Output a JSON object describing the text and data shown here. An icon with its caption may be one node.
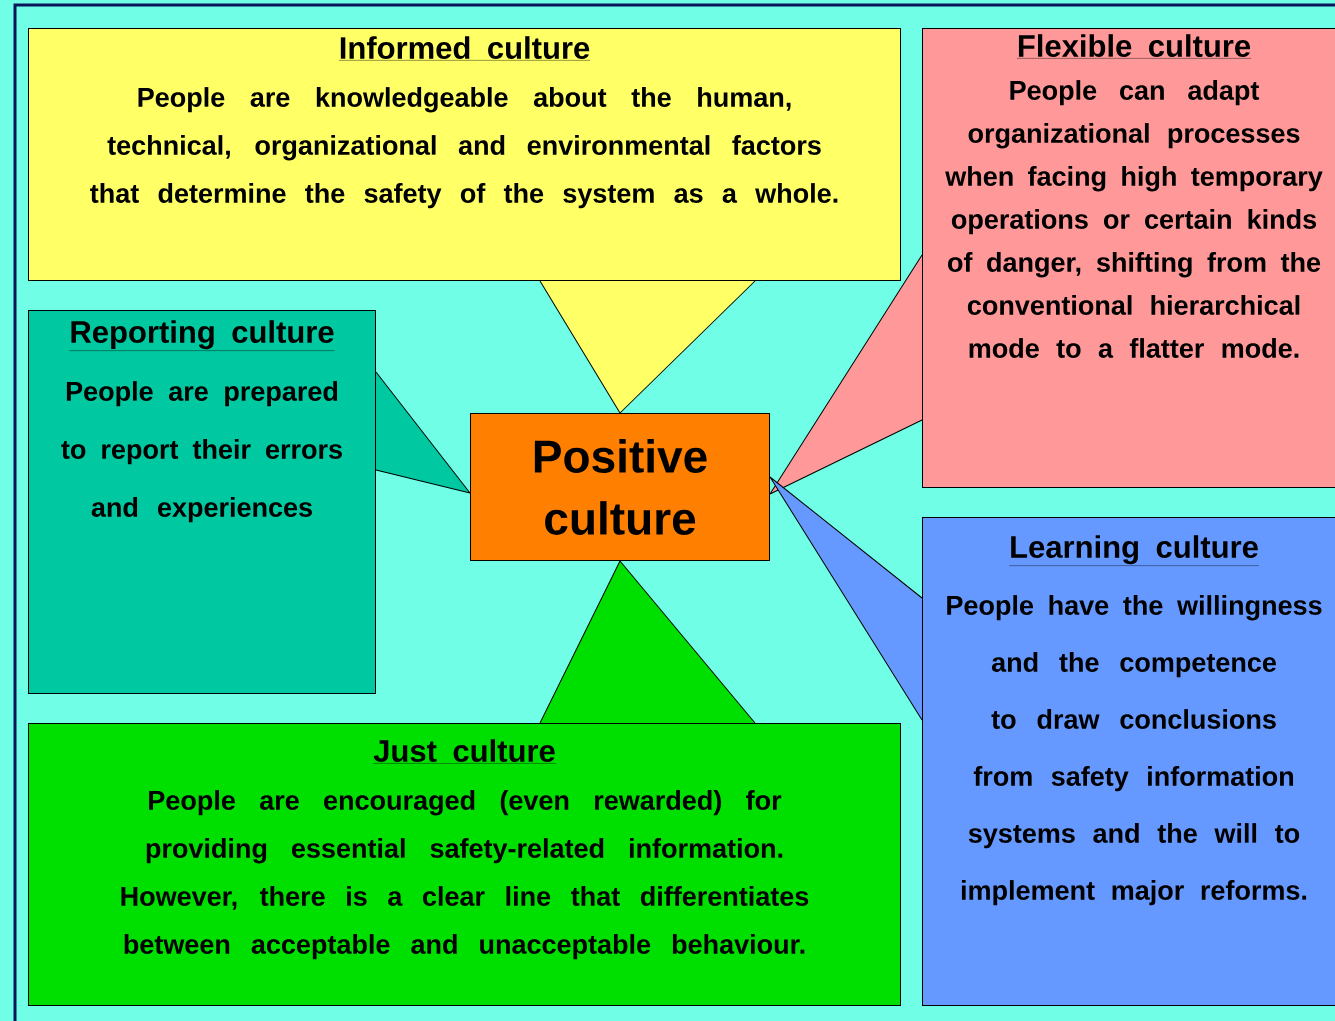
{
  "diagram": {
    "nodes": [
      {
        "text": [
          "Informed culture",
          "People are knowledgeable about the human, technical, organizational and environmental factors that determine the safety of the system as a whole."
        ]
      },
      {
        "text": [
          "Flexible culture",
          "People can adapt organizational processes when facing high temporary operations or certain kinds of danger, shifting from the conventional hierarchical mode to a flatter mode."
        ]
      },
      {
        "text": [
          "Reporting culture",
          "People are prepared to report their errors and experiences"
        ]
      },
      {
        "text": [
          "Positive culture"
        ]
      },
      {
        "text": [
          "Learning culture",
          "People have the willingness and the competence to draw conclusions from safety information systems and the will to implement major reforms."
        ]
      },
      {
        "text": [
          "Just culture",
          "People are encouraged (even rewarded) for providing essential safety-related information. However, there is a clear line that differentiates between acceptable and unacceptable behaviour."
        ]
      }
    ],
    "edges": [
      {
        "from": 0,
        "to": 3,
        "arrow": "none"
      },
      {
        "from": 1,
        "to": 3,
        "arrow": "none"
      },
      {
        "from": 2,
        "to": 3,
        "arrow": "none"
      },
      {
        "from": 4,
        "to": 3,
        "arrow": "none"
      },
      {
        "from": 5,
        "to": 3,
        "arrow": "none"
      }
    ]
  }
}
